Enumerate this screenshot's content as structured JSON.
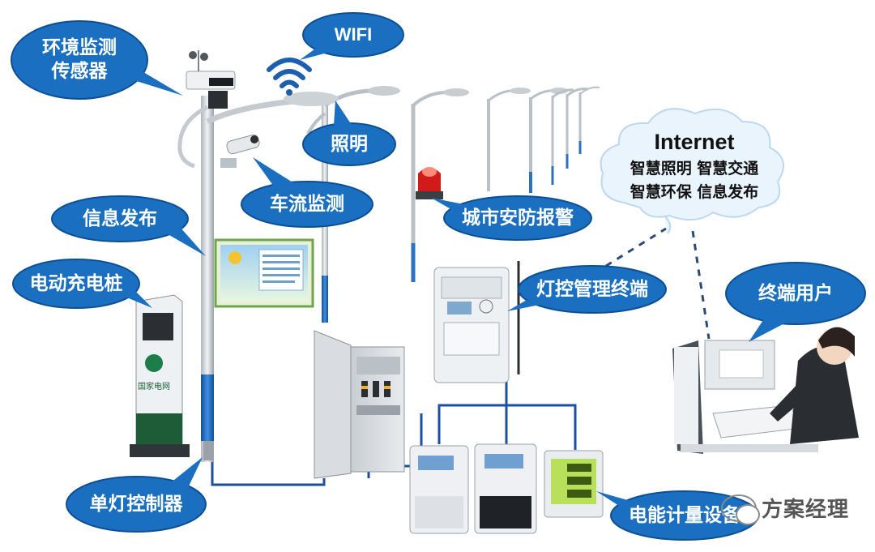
{
  "labels": {
    "env_sensor": "环境监测\n传感器",
    "wifi": "WIFI",
    "lighting": "照明",
    "traffic": "车流监测",
    "info_publish": "信息发布",
    "ev_charger": "电动充电桩",
    "city_alarm": "城市安防报警",
    "lamp_terminal": "灯控管理终端",
    "end_user": "终端用户",
    "single_lamp": "单灯控制器",
    "energy_meter": "电能计量设备"
  },
  "cloud": {
    "title": "Internet",
    "line1": "智慧照明 智慧交通",
    "line2": "智慧环保 信息发布"
  },
  "charger_brand": "国家电网",
  "watermark": "方案经理",
  "colors": {
    "bubble": "#1a6fc0",
    "bubble_edge": "#0d4f94",
    "pole": "#cfd4d8",
    "pole_base": "#1f6fc2",
    "wire": "#1d4fa0",
    "dashed": "#2b4a78"
  }
}
